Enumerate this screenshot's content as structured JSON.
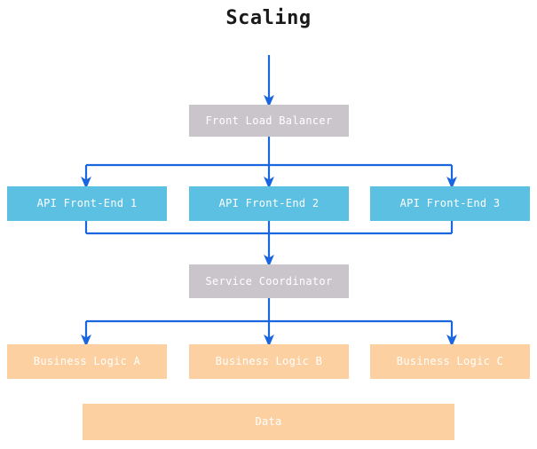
{
  "diagram": {
    "title": "Scaling",
    "colors": {
      "gray_node": "#c9c5cb",
      "blue_node": "#5cc0e3",
      "orange_node": "#fcd0a1",
      "edge": "#1a66e0",
      "node_text": "#ffffff",
      "title_text": "#1a1a1a",
      "background": "#ffffff"
    },
    "nodes": {
      "front_load_balancer": "Front Load Balancer",
      "api_front_end_1": "API Front-End 1",
      "api_front_end_2": "API Front-End 2",
      "api_front_end_3": "API Front-End 3",
      "service_coordinator": "Service Coordinator",
      "business_logic_a": "Business Logic A",
      "business_logic_b": "Business Logic B",
      "business_logic_c": "Business Logic C",
      "data": "Data"
    }
  }
}
